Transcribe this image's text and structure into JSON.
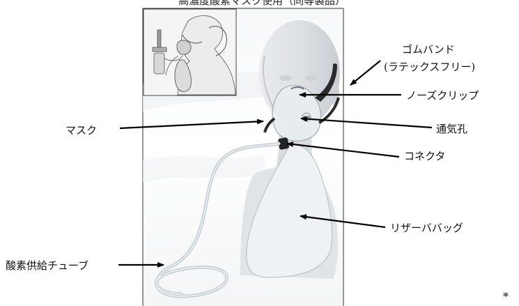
{
  "title": "高濃度酸素マスク使用（同等製品）",
  "labels": {
    "rubber_band": "ゴムバンド",
    "latex_free": "(ラテックスフリー)",
    "nose_clip": "ノーズクリップ",
    "mask": "マスク",
    "vent_hole": "通気孔",
    "connector": "コネクタ",
    "reservoir_bag": "リザーババッグ",
    "oxygen_tube": "酸素供給チューブ"
  },
  "footnote_mark": "*",
  "colors": {
    "frame": "#777777",
    "background_panel": "#f2f4f5",
    "skin": "#e2e4e6",
    "strap": "#2b2b2b",
    "arrow": "#000000",
    "tube": "#d6dcdf"
  }
}
